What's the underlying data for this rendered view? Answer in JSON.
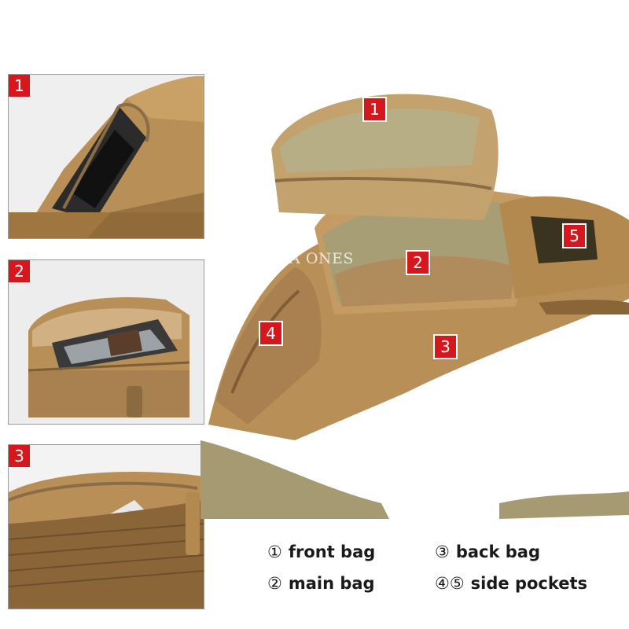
{
  "watermark": "ULTRA ONES",
  "panels": [
    {
      "badge": "1"
    },
    {
      "badge": "2"
    },
    {
      "badge": "3"
    }
  ],
  "main_badges": [
    "1",
    "2",
    "3",
    "4",
    "5"
  ],
  "legend": [
    {
      "num": "①",
      "label": "front bag"
    },
    {
      "num": "②",
      "label": "main bag"
    },
    {
      "num": "③",
      "label": "back bag"
    },
    {
      "num": "④⑤",
      "label": "side pockets"
    }
  ],
  "colors": {
    "badge_red": "#d6181e",
    "bag_tan": "#b98f58",
    "lining_olive": "#a89e76",
    "mesh_brown": "#8a6538"
  }
}
